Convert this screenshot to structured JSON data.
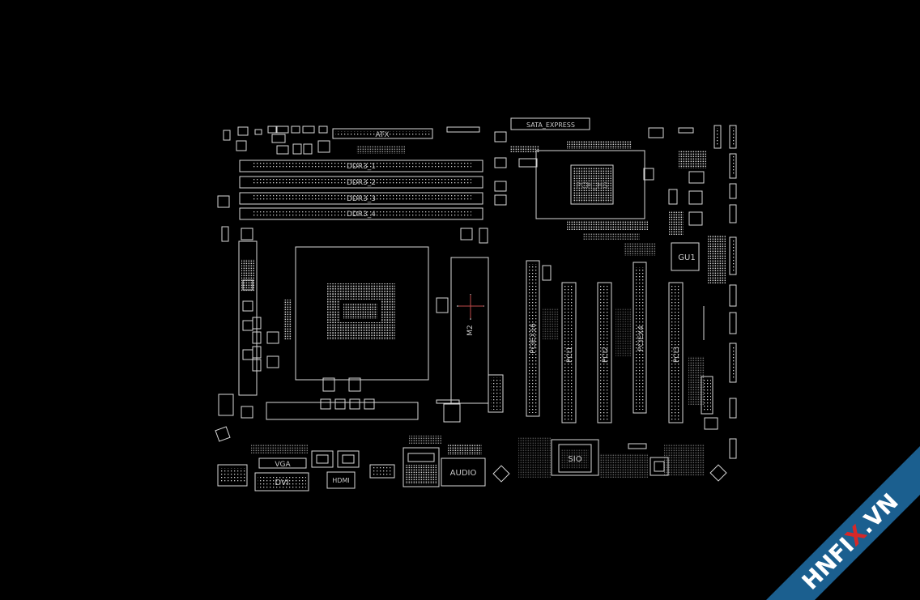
{
  "viewer": {
    "background": "#000000",
    "line_color": "#d8d8d8",
    "label_color": "#c8c8c8"
  },
  "board": {
    "connectors": {
      "atx": "ATX",
      "sata_express": "SATA_EXPRESS",
      "vga": "VGA",
      "dvi": "DVI",
      "hdmi": "HDMI",
      "audio": "AUDIO",
      "m2": "M2"
    },
    "dimm_slots": [
      "DDR3_1",
      "DDR3_2",
      "DDR3_3",
      "DDR3_4"
    ],
    "chips": {
      "pch": "PCH_HS",
      "sio": "SIO",
      "gu1": "GU1"
    },
    "expansion_slots": {
      "pciex16": "PCIEX16",
      "pci1": "PCI1",
      "pci2": "PCI2",
      "pciex4": "PCIEX4",
      "pci3": "PCI3"
    }
  },
  "watermark": {
    "text_pre": "HNFI",
    "text_x": "X",
    "text_post": ".VN",
    "band_color": "#1b5f8f",
    "x_color": "#d62828"
  }
}
